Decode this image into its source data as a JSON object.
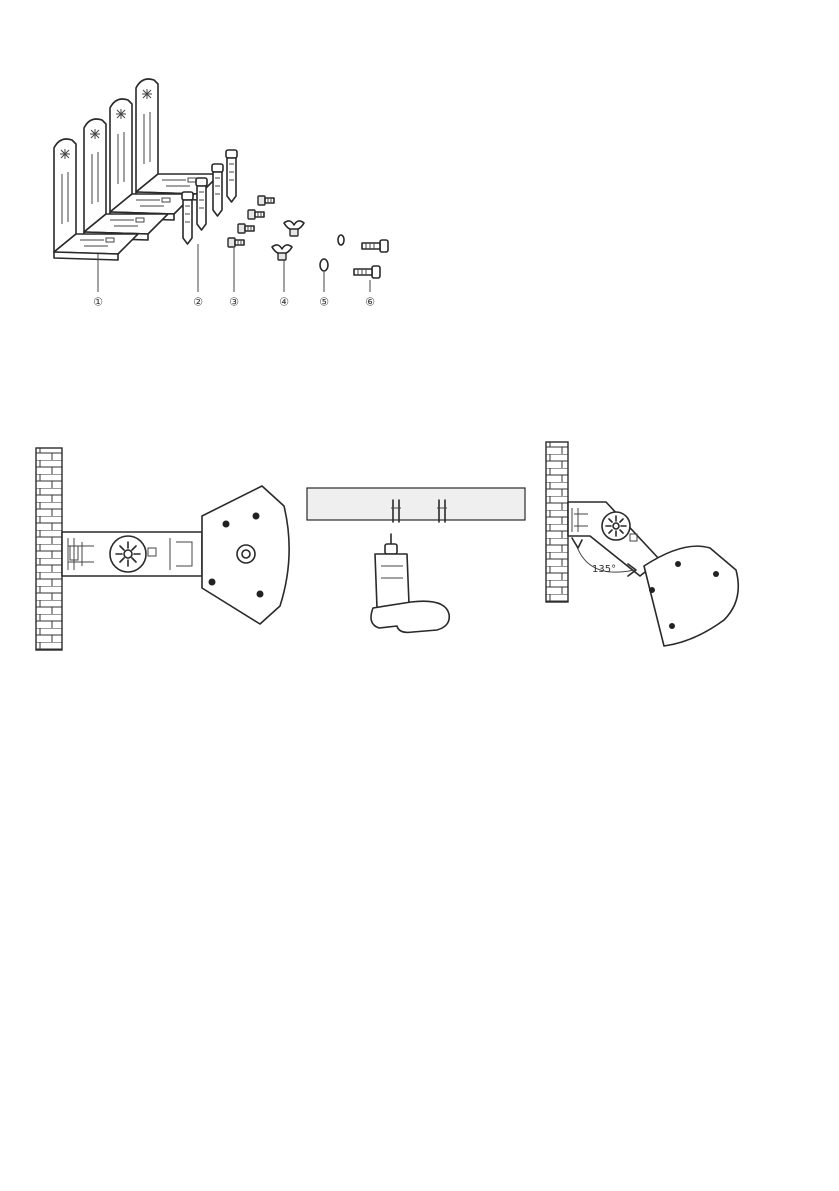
{
  "parts_figure": {
    "callouts": [
      {
        "label": "①"
      },
      {
        "label": "②"
      },
      {
        "label": "③"
      },
      {
        "label": "④"
      },
      {
        "label": "⑤"
      },
      {
        "label": "⑥"
      }
    ]
  },
  "angle_figure": {
    "angle_label": "135°"
  }
}
